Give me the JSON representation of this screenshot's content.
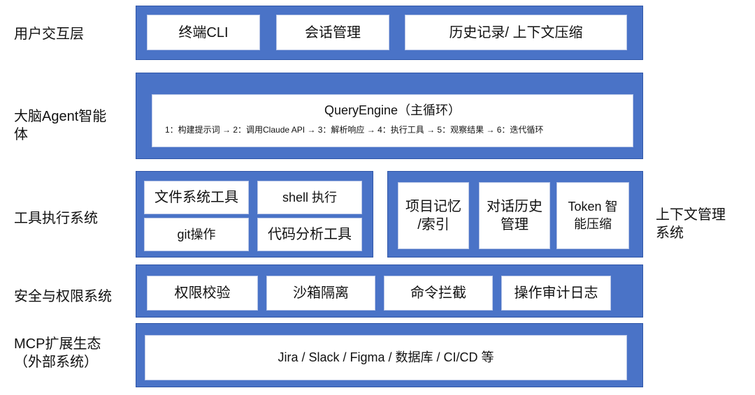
{
  "layers": {
    "user_interaction": {
      "label": "用户交互层",
      "boxes": [
        "终端CLI",
        "会话管理",
        "历史记录/ 上下文压缩"
      ]
    },
    "agent": {
      "label": "大脑Agent智能\n体",
      "title": "QueryEngine（主循环）",
      "steps": "1：构建提示词 → 2：调用Claude API → 3：解析响应 → 4：执行工具 → 5：观察结果 → 6：迭代循环"
    },
    "tools": {
      "label": "工具执行系统",
      "boxes": [
        "文件系统工具",
        "shell 执行",
        "git操作",
        "代码分析工具"
      ]
    },
    "context": {
      "label": "上下文管理\n系统",
      "boxes": [
        "项目记忆\n/索引",
        "对话历史\n管理",
        "Token 智\n能压缩"
      ]
    },
    "security": {
      "label": "安全与权限系统",
      "boxes": [
        "权限校验",
        "沙箱隔离",
        "命令拦截",
        "操作审计日志"
      ]
    },
    "mcp": {
      "label": "MCP扩展生态\n（外部系统）",
      "box": "Jira / Slack / Figma / 数据库 / CI/CD 等"
    }
  },
  "colors": {
    "panel": "#4a73c7",
    "box": "#ffffff",
    "text": "#111111"
  }
}
